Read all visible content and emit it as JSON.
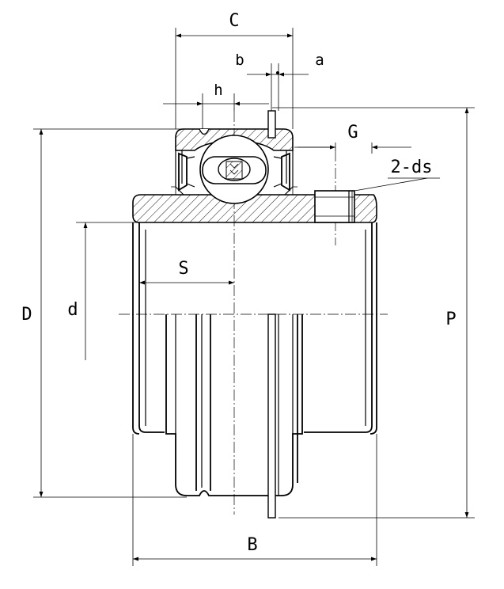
{
  "drawing": {
    "labels": {
      "C": "C",
      "b": "b",
      "a": "a",
      "h": "h",
      "G": "G",
      "ds": "2-ds",
      "S": "S",
      "D": "D",
      "d": "d",
      "P": "P",
      "B": "B"
    }
  }
}
